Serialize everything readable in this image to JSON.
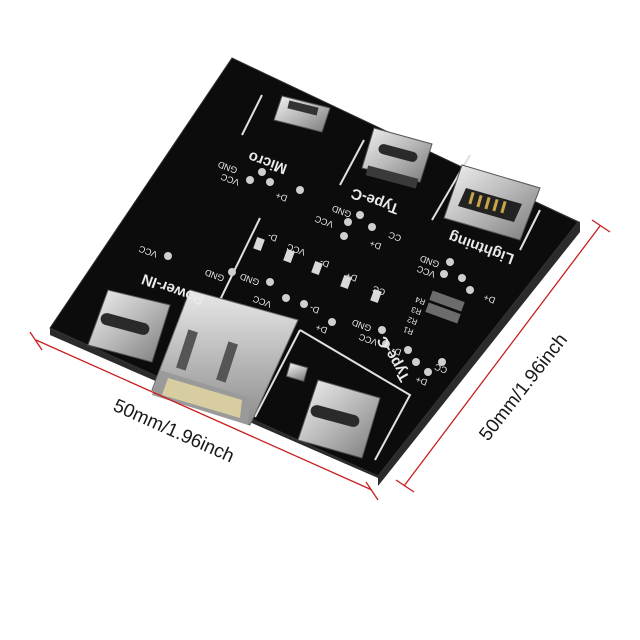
{
  "dimensions": {
    "width_label": "50mm/1.96inch",
    "height_label": "50mm/1.96inch",
    "line_color": "#c81e1e"
  },
  "board": {
    "color": "#0c0c0c",
    "silkscreen_color": "#e9e9e9",
    "sections": {
      "micro": "Micro",
      "type_c_top": "Type-C",
      "lightning": "Lightning",
      "power_in": "Power-IN",
      "type_c_bottom": "Type-C"
    },
    "pins": {
      "gnd": "GND",
      "vcc": "VCC",
      "d_plus": "D+",
      "d_minus": "D-",
      "cc": "CC"
    },
    "resistors": [
      "R4",
      "R3",
      "R2",
      "R1"
    ],
    "led_labels": [
      "D-",
      "VCC",
      "D-",
      "D+",
      "CC"
    ]
  }
}
